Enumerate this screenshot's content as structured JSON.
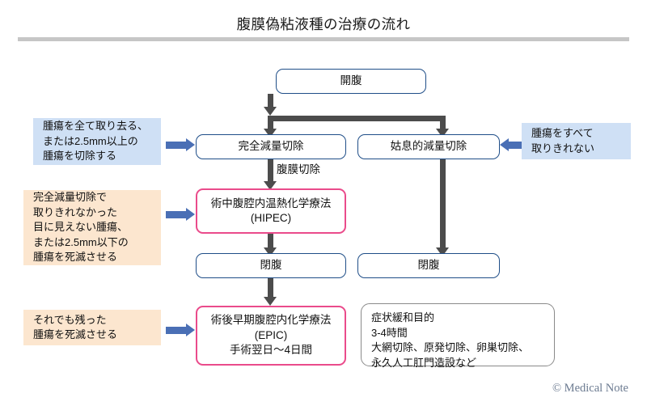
{
  "header": {
    "title": "腹膜偽粘液種の治療の流れ"
  },
  "nodes": {
    "laparotomy": "開腹",
    "complete_cytoreduction": "完全減量切除",
    "palliative_cytoreduction": "姑息的減量切除",
    "hipec": "術中腹腔内温熱化学療法\n(HIPEC)",
    "closure_left": "閉腹",
    "closure_right": "閉腹",
    "epic": "術後早期腹腔内化学療法\n(EPIC)\n手術翌日〜4日間"
  },
  "edge_labels": {
    "peritonectomy": "腹膜切除"
  },
  "callouts": {
    "complete_resection_note": "腫瘍を全て取り去る、\nまたは2.5mm以上の\n腫瘍を切除する",
    "incomplete_resection_note": "腫瘍をすべて\n取りきれない",
    "hipec_note": "完全減量切除で\n取りきれなかった\n目に見えない腫瘍、\nまたは2.5mm以下の\n腫瘍を死滅させる",
    "epic_note": "それでも残った\n腫瘍を死滅させる"
  },
  "info_panel": {
    "palliative_detail": "症状緩和目的\n3-4時間\n大網切除、原発切除、卵巣切除、\n永久人工肛門造設など"
  },
  "footer": {
    "credit": "© Medical Note"
  },
  "colors": {
    "node_blue_border": "#1f4e88",
    "node_pink_border": "#ea4b8b",
    "node_gray_border": "#8a8a8a",
    "callout_lightblue_bg": "#cfe0f5",
    "callout_peach_bg": "#fce6cf",
    "connector_gray": "#4c4c4c",
    "annotation_arrow_blue": "#4a6fb5",
    "title_rule_gray": "#c6c6c6",
    "credit_text": "#6b7a90"
  }
}
